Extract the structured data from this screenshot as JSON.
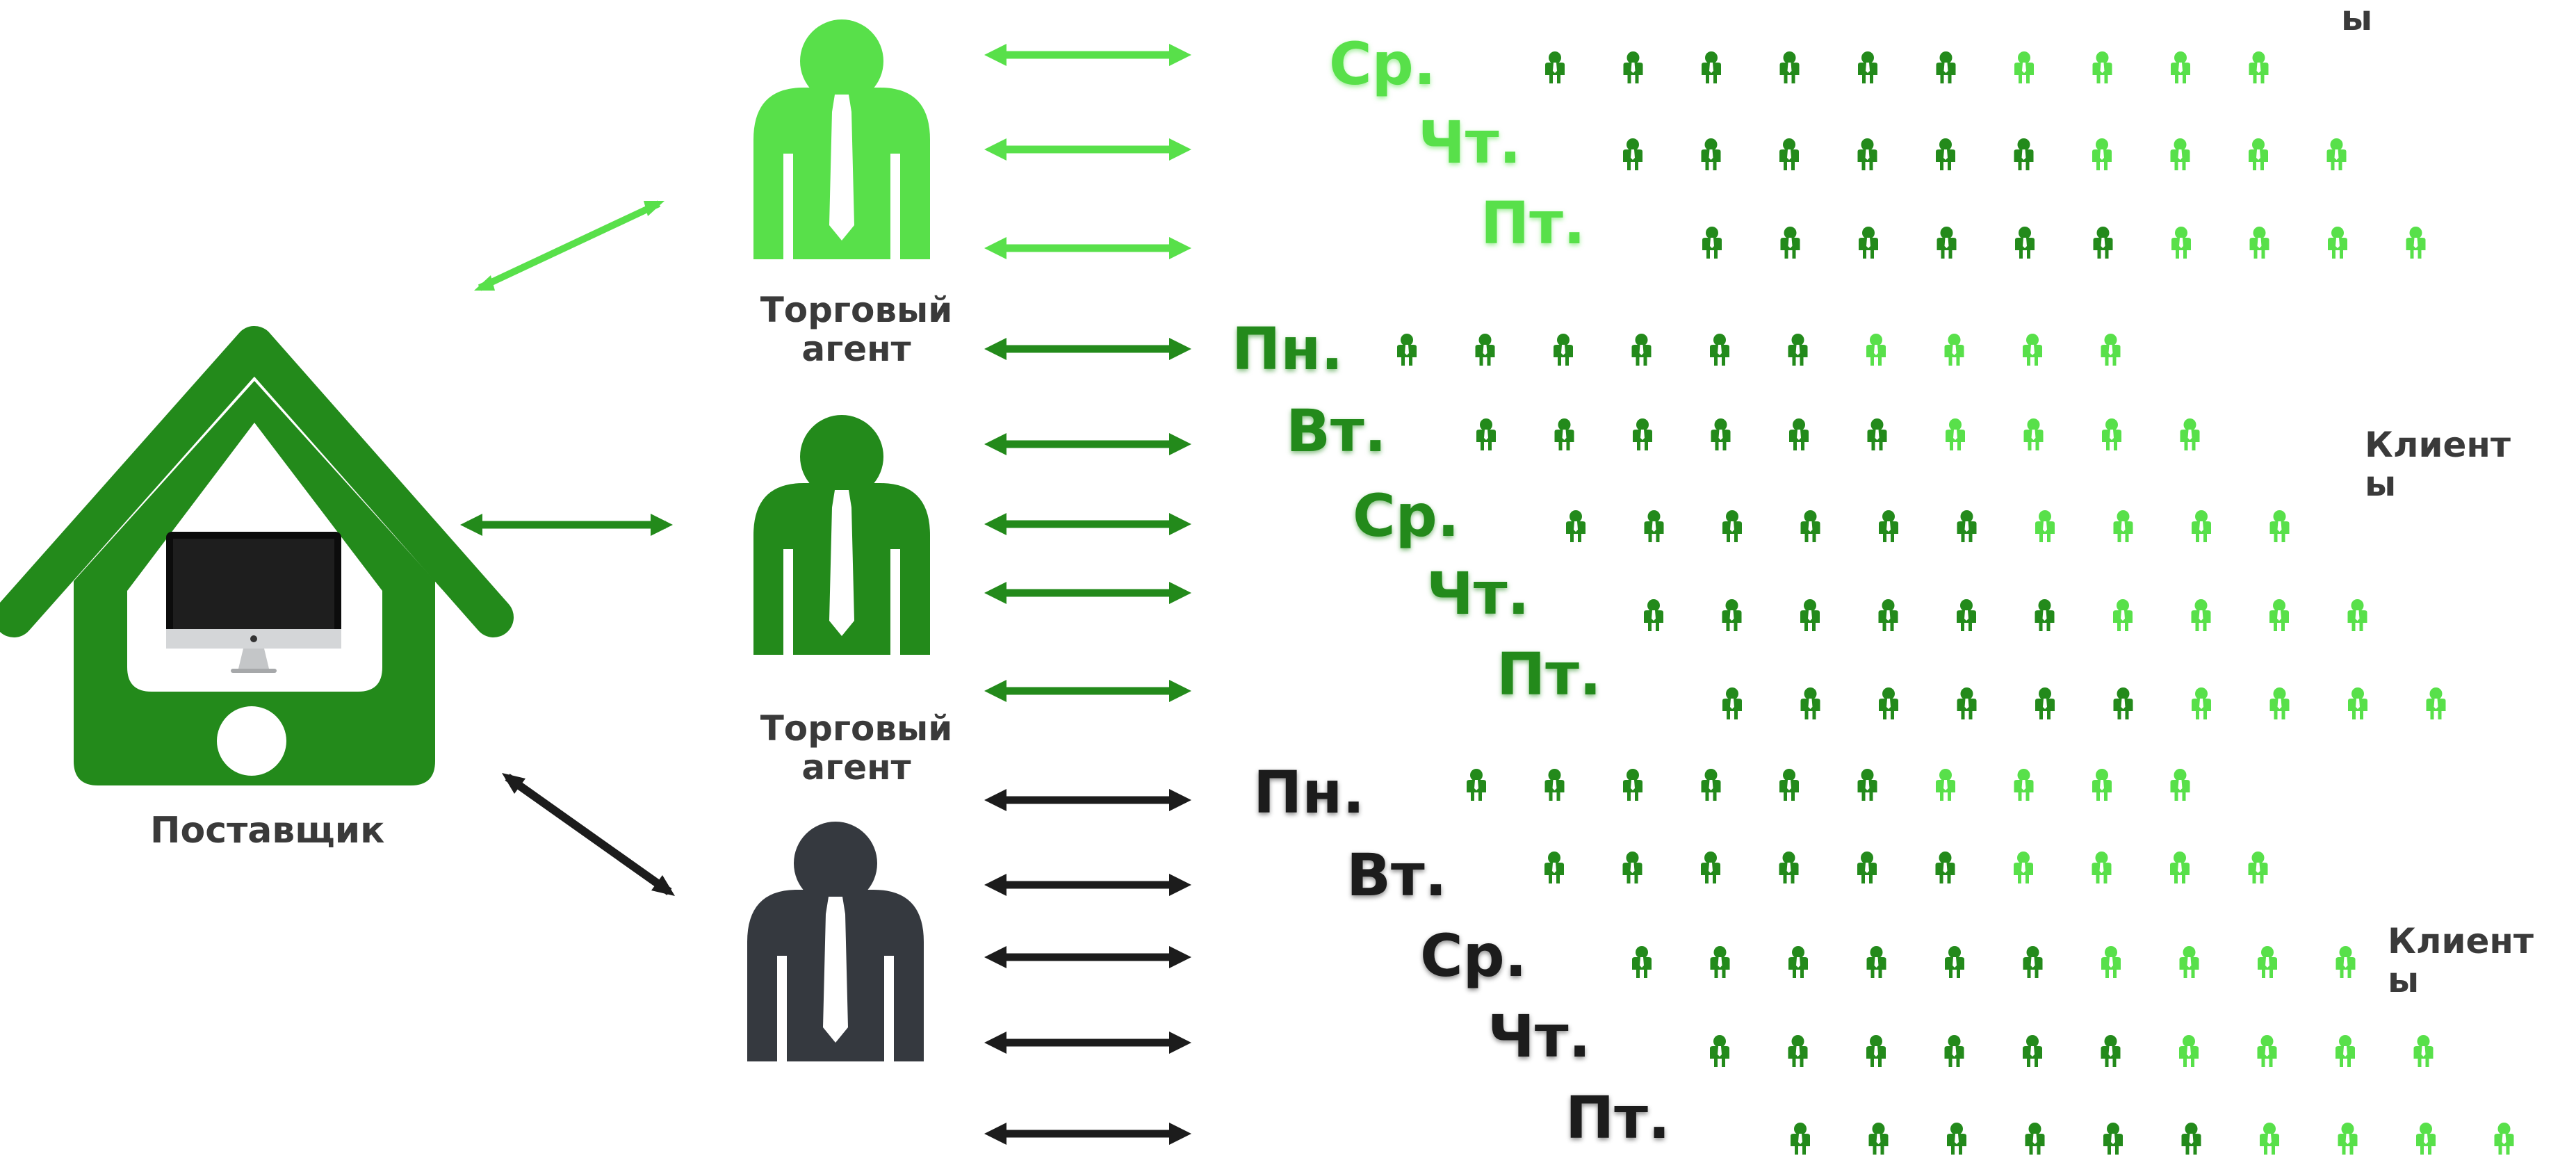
{
  "supplier": {
    "label": "Поставщик"
  },
  "agents": [
    {
      "label": "Торговый агент",
      "color": "#58e04a",
      "days": [
        {
          "name": "Ср.",
          "clients_total": 10,
          "clients_light": 4
        },
        {
          "name": "Чт.",
          "clients_total": 10,
          "clients_light": 4
        },
        {
          "name": "Пт.",
          "clients_total": 10,
          "clients_light": 4
        }
      ],
      "clients_label": "ы"
    },
    {
      "label": "Торговый агент",
      "color": "#238a1b",
      "days": [
        {
          "name": "Пн.",
          "clients_total": 10,
          "clients_light": 4
        },
        {
          "name": "Вт.",
          "clients_total": 10,
          "clients_light": 4
        },
        {
          "name": "Ср.",
          "clients_total": 10,
          "clients_light": 4
        },
        {
          "name": "Чт.",
          "clients_total": 10,
          "clients_light": 4
        },
        {
          "name": "Пт.",
          "clients_total": 10,
          "clients_light": 4
        }
      ],
      "clients_label": "Клиент ы"
    },
    {
      "color": "#35393f",
      "days": [
        {
          "name": "Пн.",
          "clients_total": 10,
          "clients_light": 4
        },
        {
          "name": "Вт.",
          "clients_total": 10,
          "clients_light": 4
        },
        {
          "name": "Ср.",
          "clients_total": 10,
          "clients_light": 4
        },
        {
          "name": "Чт.",
          "clients_total": 10,
          "clients_light": 4
        },
        {
          "name": "Пт.",
          "clients_total": 10,
          "clients_light": 4
        }
      ],
      "clients_label": "Клиент ы"
    }
  ],
  "colors": {
    "light_green": "#58e04a",
    "dark_green": "#238a1b",
    "dark_gray": "#35393f",
    "arrow_dark": "#1c1c1c",
    "client_dark": "#238a1b",
    "client_light": "#58e04a"
  }
}
